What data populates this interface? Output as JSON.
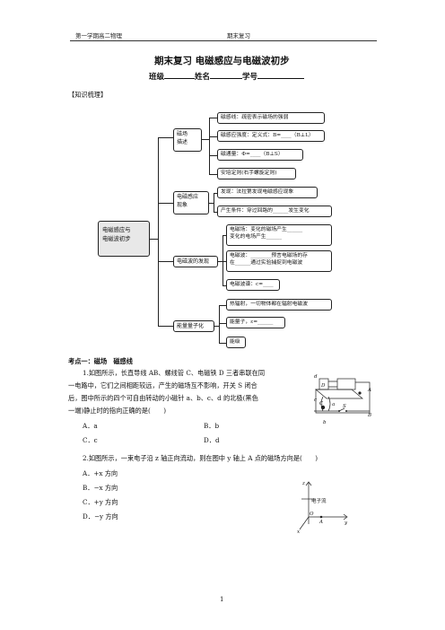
{
  "header": {
    "left": "第一学期高二物理",
    "right": "期末复习"
  },
  "title": "期末复习 电磁感应与电磁波初步",
  "class_line": {
    "class_label": "班级",
    "name_label": "姓名",
    "id_label": "学号"
  },
  "section_label": "【知识梳理】",
  "mindmap": {
    "root": "电磁感应与\n电磁波初步",
    "branches": [
      {
        "label": "磁场\n描述",
        "leaves": [
          "磁感线：疏密表示磁场的强弱",
          "磁感应强度：定义式：B=____（B⊥L）",
          "磁通量：Φ=____（B⊥S）",
          "安培定则(右手螺旋定则)"
        ]
      },
      {
        "label": "电磁感应\n现象",
        "leaves": [
          "发现：法拉第发现电磁感应现象",
          "产生条件：穿过回路的______发生变化"
        ]
      },
      {
        "label": "电磁波的发现",
        "leaves": [
          "电磁场：变化的磁场产生______\n变化的电场产生______",
          "电磁波：________预言电磁场的存\n在______通过实验捕捉到电磁波",
          "电磁波谱：c=____"
        ]
      },
      {
        "label": "能量量子化",
        "leaves": [
          "热辐射，一切物体都在辐射电磁波",
          "能量子，ε=______",
          "能级"
        ]
      }
    ]
  },
  "kaodian": "考点一：磁场　磁感线",
  "q1": {
    "lines": [
      "1.如图所示，长直导线 AB、螺线管 C、电磁铁 D 三者串联在同",
      "一电路中，它们之间相距较远，产生的磁场互不影响，开关 S 闭合",
      "后，图中所示的四个可自由转动的小磁针 a、b、c、d 的北极(黑色",
      "一端)静止时的指向正确的是(　　)"
    ],
    "options": [
      "A．a",
      "B．b",
      "C．c",
      "D．d"
    ],
    "fig_labels": [
      "d",
      "D",
      "A",
      "c",
      "C",
      "a",
      "b",
      "S",
      "B"
    ]
  },
  "q2": {
    "stem": "2.如图所示，一束电子沿 z 轴正向流动，则在图中 y 轴上 A 点的磁场方向是(　　)",
    "options": [
      "A．+x 方向",
      "B．−x 方向",
      "C．+y 方向",
      "D．−y 方向"
    ],
    "fig_labels": [
      "z",
      "电子流",
      "O",
      "A",
      "y",
      "x"
    ]
  },
  "page_number": "1"
}
